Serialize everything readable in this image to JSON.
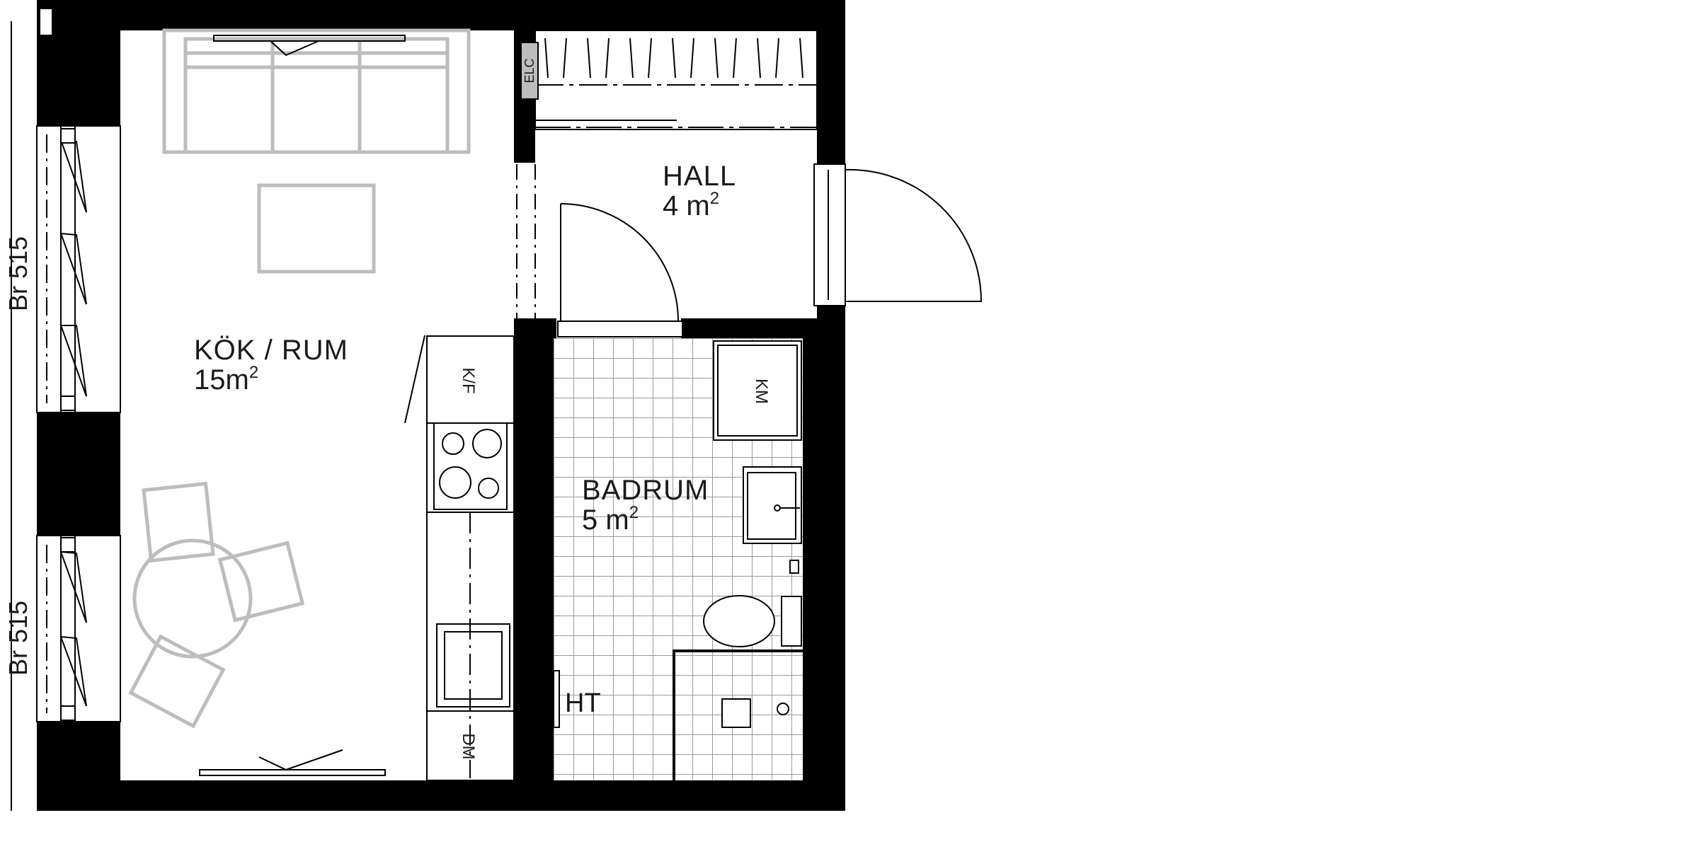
{
  "rooms": {
    "kok_rum": {
      "name": "KÖK / RUM",
      "area": "15m",
      "area_sup": "2"
    },
    "hall": {
      "name": "HALL",
      "area": "4 m",
      "area_sup": "2"
    },
    "badrum": {
      "name": "BADRUM",
      "area": "5 m",
      "area_sup": "2"
    }
  },
  "appliances": {
    "fridge": "K/F",
    "washing_machine": "KM",
    "dishwasher": "DM",
    "electric_cabinet": "ELC",
    "heated_towel": "HT"
  },
  "dimensions": {
    "window_upper": "Br 515",
    "window_lower": "Br 515"
  },
  "colors": {
    "wall": "#000000",
    "furniture": "#bdbdbd",
    "tile": "#9a9a9a",
    "line": "#1a1a1a"
  }
}
